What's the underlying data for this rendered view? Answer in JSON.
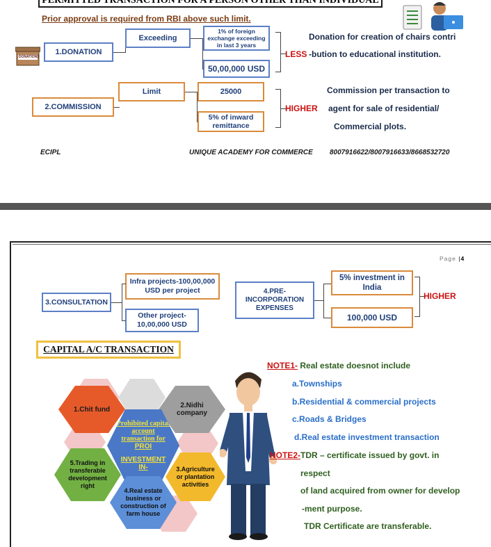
{
  "top": {
    "header_title": "PERMITTED TRANSACTION FOR A PERSON OTHER THAN INDIVIDUAL",
    "prior_approval": "Prior approval is required from RBI above such limit.",
    "stamp_label": "DONATIONS",
    "donation": {
      "label": "1.DONATION",
      "exceeding": "Exceeding",
      "foreign_exchange": "1% of foreign exchange exceeding in last 3 years",
      "amount": "50,00,000 USD",
      "less": "LESS",
      "desc_line1": "Donation for creation of chairs contri",
      "desc_line2": "-bution to educational institution."
    },
    "commission": {
      "label": "2.COMMISSION",
      "limit": "Limit",
      "amount": "25000",
      "inward": "5% of inward remittance",
      "higher": "HIGHER",
      "desc_line1": "Commission per transaction to",
      "desc_line2": "agent for sale of residential/",
      "desc_line3": "Commercial plots."
    },
    "footer": {
      "left": "ECIPL",
      "center": "UNIQUE ACADEMY FOR COMMERCE",
      "phones": "8007916622/8007916633/8668532720"
    }
  },
  "page2": {
    "page_label": "Page",
    "page_number": "4",
    "consultation": {
      "label": "3.CONSULTATION",
      "infra": "Infra projects-100,00,000 USD per project",
      "other": "Other project-10,00,000 USD"
    },
    "preincorp": {
      "label": "4.PRE-INCORPORATION EXPENSES",
      "invest": "5% investment in India",
      "amount": "100,000 USD",
      "higher": "HIGHER"
    },
    "capital_title": "CAPITAL A/C TRANSACTION",
    "hexes": {
      "center_line1": "Prohibited capital account transaction for",
      "center_line2": "PROI",
      "center_line3": "INVESTMENT IN-",
      "h1": "1.Chit fund",
      "h2": "2.Nidhi company",
      "h3": "3.Agriculture or plantation activities",
      "h4": "4.Real estate business or construction of farm house",
      "h5": "5.Trading in transferable development right"
    },
    "notes": {
      "note1_label": "NOTE1-",
      "note1_text": " Real estate doesnot include",
      "a": "a.Townships",
      "b": "b.Residential & commercial projects",
      "c": "c.Roads & Bridges",
      "d": "d.Real estate investment transaction",
      "note2_label": "NOTE2-",
      "note2_text": "TDR – certificate issued by govt. in",
      "n2_l2": "respect",
      "n2_l3": "of land acquired from owner for develop",
      "n2_l4": "-ment purpose.",
      "n2_l5": "TDR Certificate are transferable."
    }
  }
}
